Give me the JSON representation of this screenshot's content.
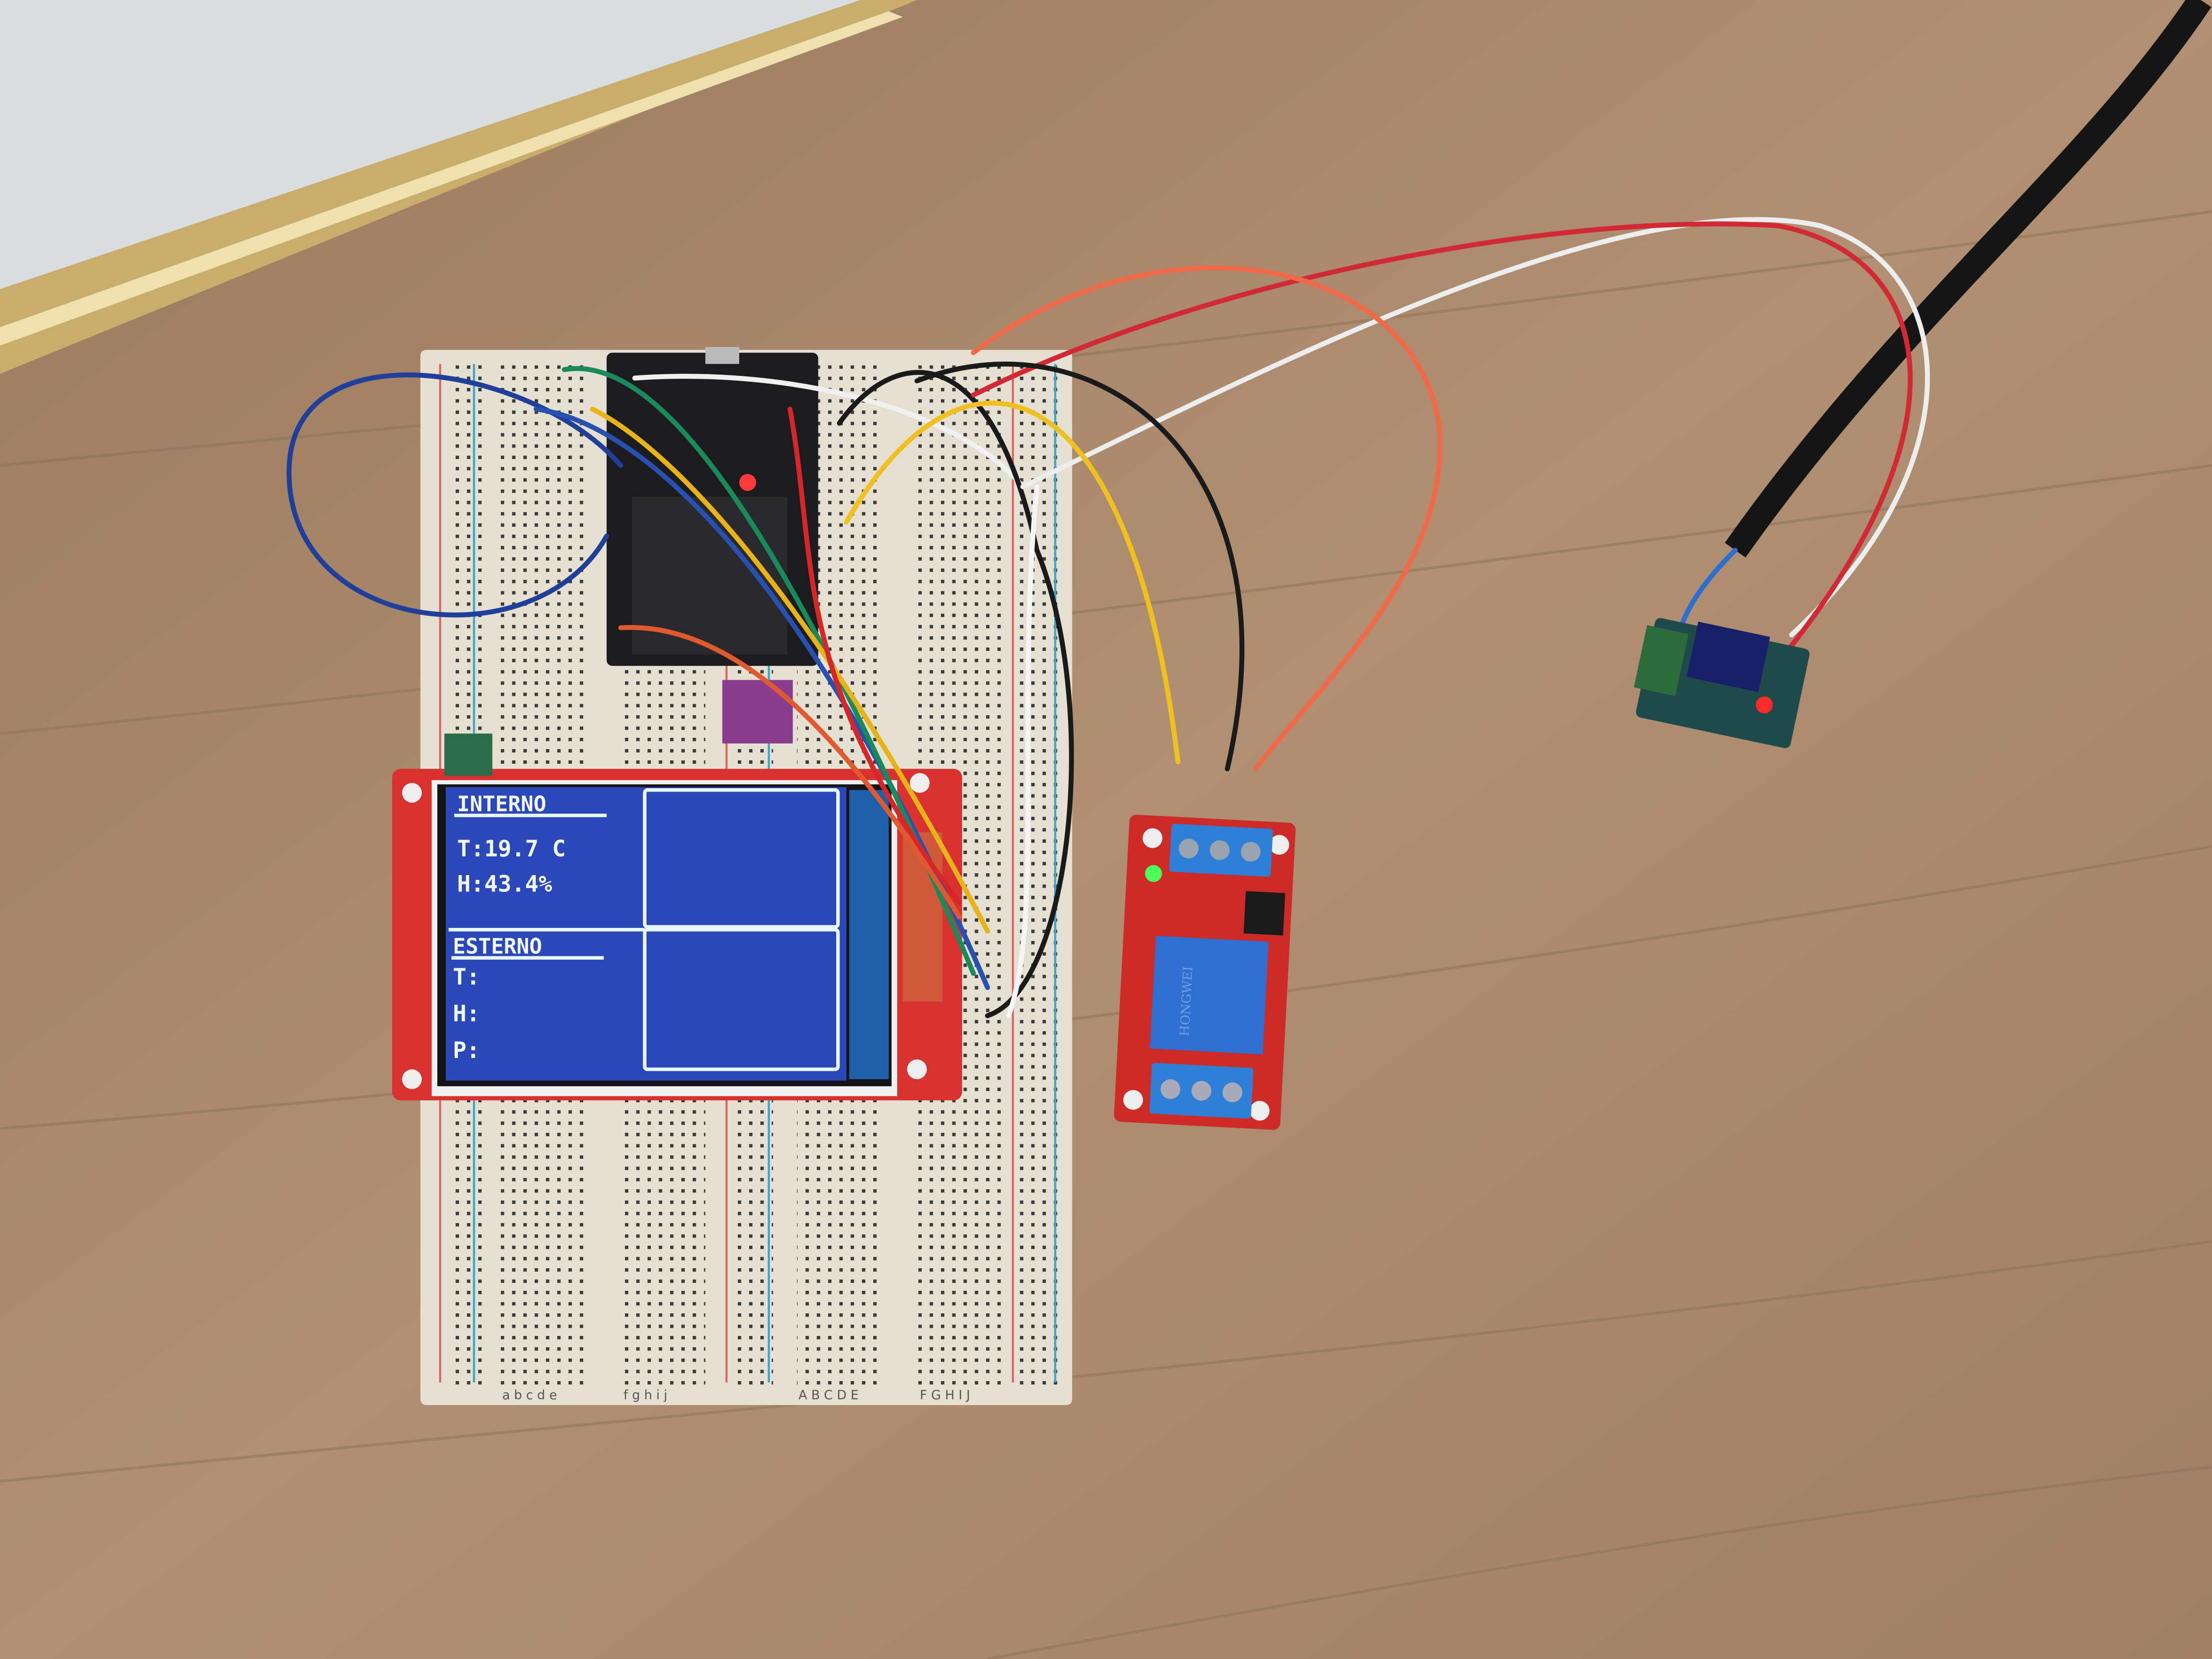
{
  "scene": {
    "description_colors": {
      "wood": "#a7876b",
      "breadboard": "#e6e0d3",
      "display_pcb": "#d8312f",
      "screen_blue": "#2b47b8",
      "relay_terminal": "#2f7fd6",
      "led_green": "#4dff5a",
      "led_red": "#ff2a2a"
    }
  },
  "display": {
    "internal": {
      "title": "INTERNO",
      "temperature": "T:19.7 C",
      "humidity": "H:43.4%"
    },
    "external": {
      "title": "ESTERNO",
      "temperature": "T:",
      "humidity": "H:",
      "pressure": "P:"
    }
  },
  "relay": {
    "brand": "HONGWEI"
  },
  "breadboard": {
    "column_labels_left": "a b c d e",
    "column_labels_mid": "f g h i j",
    "column_labels_right1": "A B C D E",
    "column_labels_right2": "F G H I J"
  }
}
